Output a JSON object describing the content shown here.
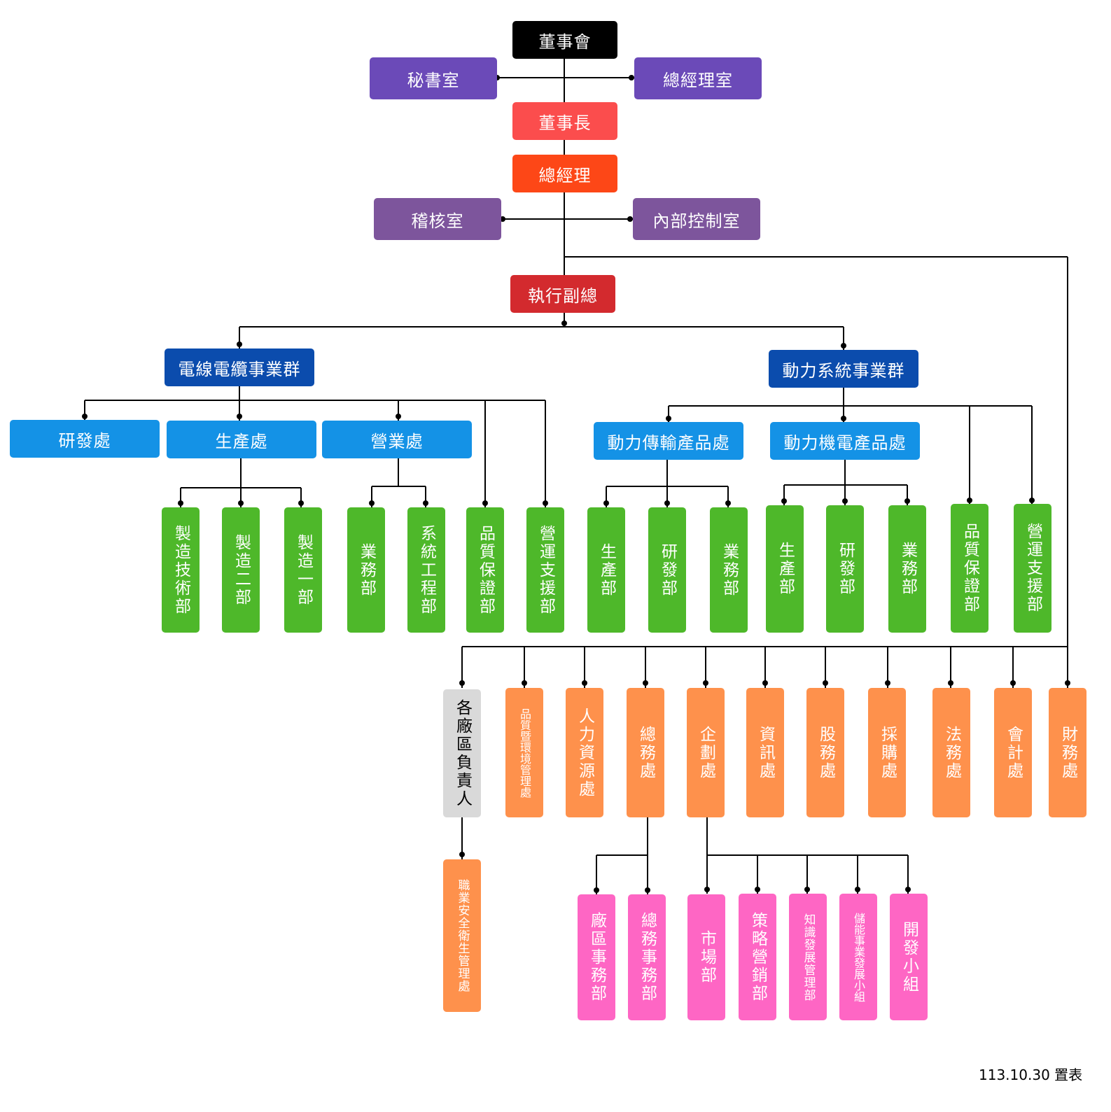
{
  "colors": {
    "board": "#000000",
    "office": "#6b4ab8",
    "control": "#7d559c",
    "chairman": "#fb4d4d",
    "gm": "#fd4717",
    "evp": "#d32a2e",
    "group": "#0b4cad",
    "division": "#1492e6",
    "department": "#4eb82a",
    "plant": "#d9d9d9",
    "staff": "#fe914c",
    "sub_department": "#fe66c4",
    "connector": "#000000"
  },
  "top": {
    "board": "董事會",
    "secretary": "秘書室",
    "gm_office": "總經理室",
    "chairman": "董事長",
    "general_manager": "總經理",
    "audit": "稽核室",
    "internal_control": "內部控制室",
    "evp": "執行副總"
  },
  "wire_group": {
    "name": "電線電纜事業群",
    "rd": "研發處",
    "production": "生產處",
    "sales": "營業處",
    "production_depts": [
      "製造技術部",
      "製造二部",
      "製造一部"
    ],
    "sales_depts": [
      "業務部",
      "系統工程部"
    ],
    "qa": "品質保證部",
    "ops": "營運支援部"
  },
  "power_group": {
    "name": "動力系統事業群",
    "transmission": "動力傳輸產品處",
    "electromech": "動力機電產品處",
    "transmission_depts": [
      "生產部",
      "研發部",
      "業務部"
    ],
    "electromech_depts": [
      "生產部",
      "研發部",
      "業務部"
    ],
    "qa": "品質保證部",
    "ops": "營運支援部"
  },
  "staff": {
    "plant_head": "各廠區負責人",
    "safety": "職業安全衛生管理處",
    "quality_env": "品質暨環境管理處",
    "hr": "人力資源處",
    "general_affairs": "總務處",
    "planning": "企劃處",
    "it": "資訊處",
    "shares": "股務處",
    "purchasing": "採購處",
    "legal": "法務處",
    "accounting": "會計處",
    "finance": "財務處"
  },
  "general_affairs_depts": [
    "廠區事務部",
    "總務事務部"
  ],
  "planning_depts": [
    "市場部",
    "策略營銷部",
    "知識發展管理部",
    "儲能事業發展小組",
    "開發小組"
  ],
  "footnote": "113.10.30 置表"
}
